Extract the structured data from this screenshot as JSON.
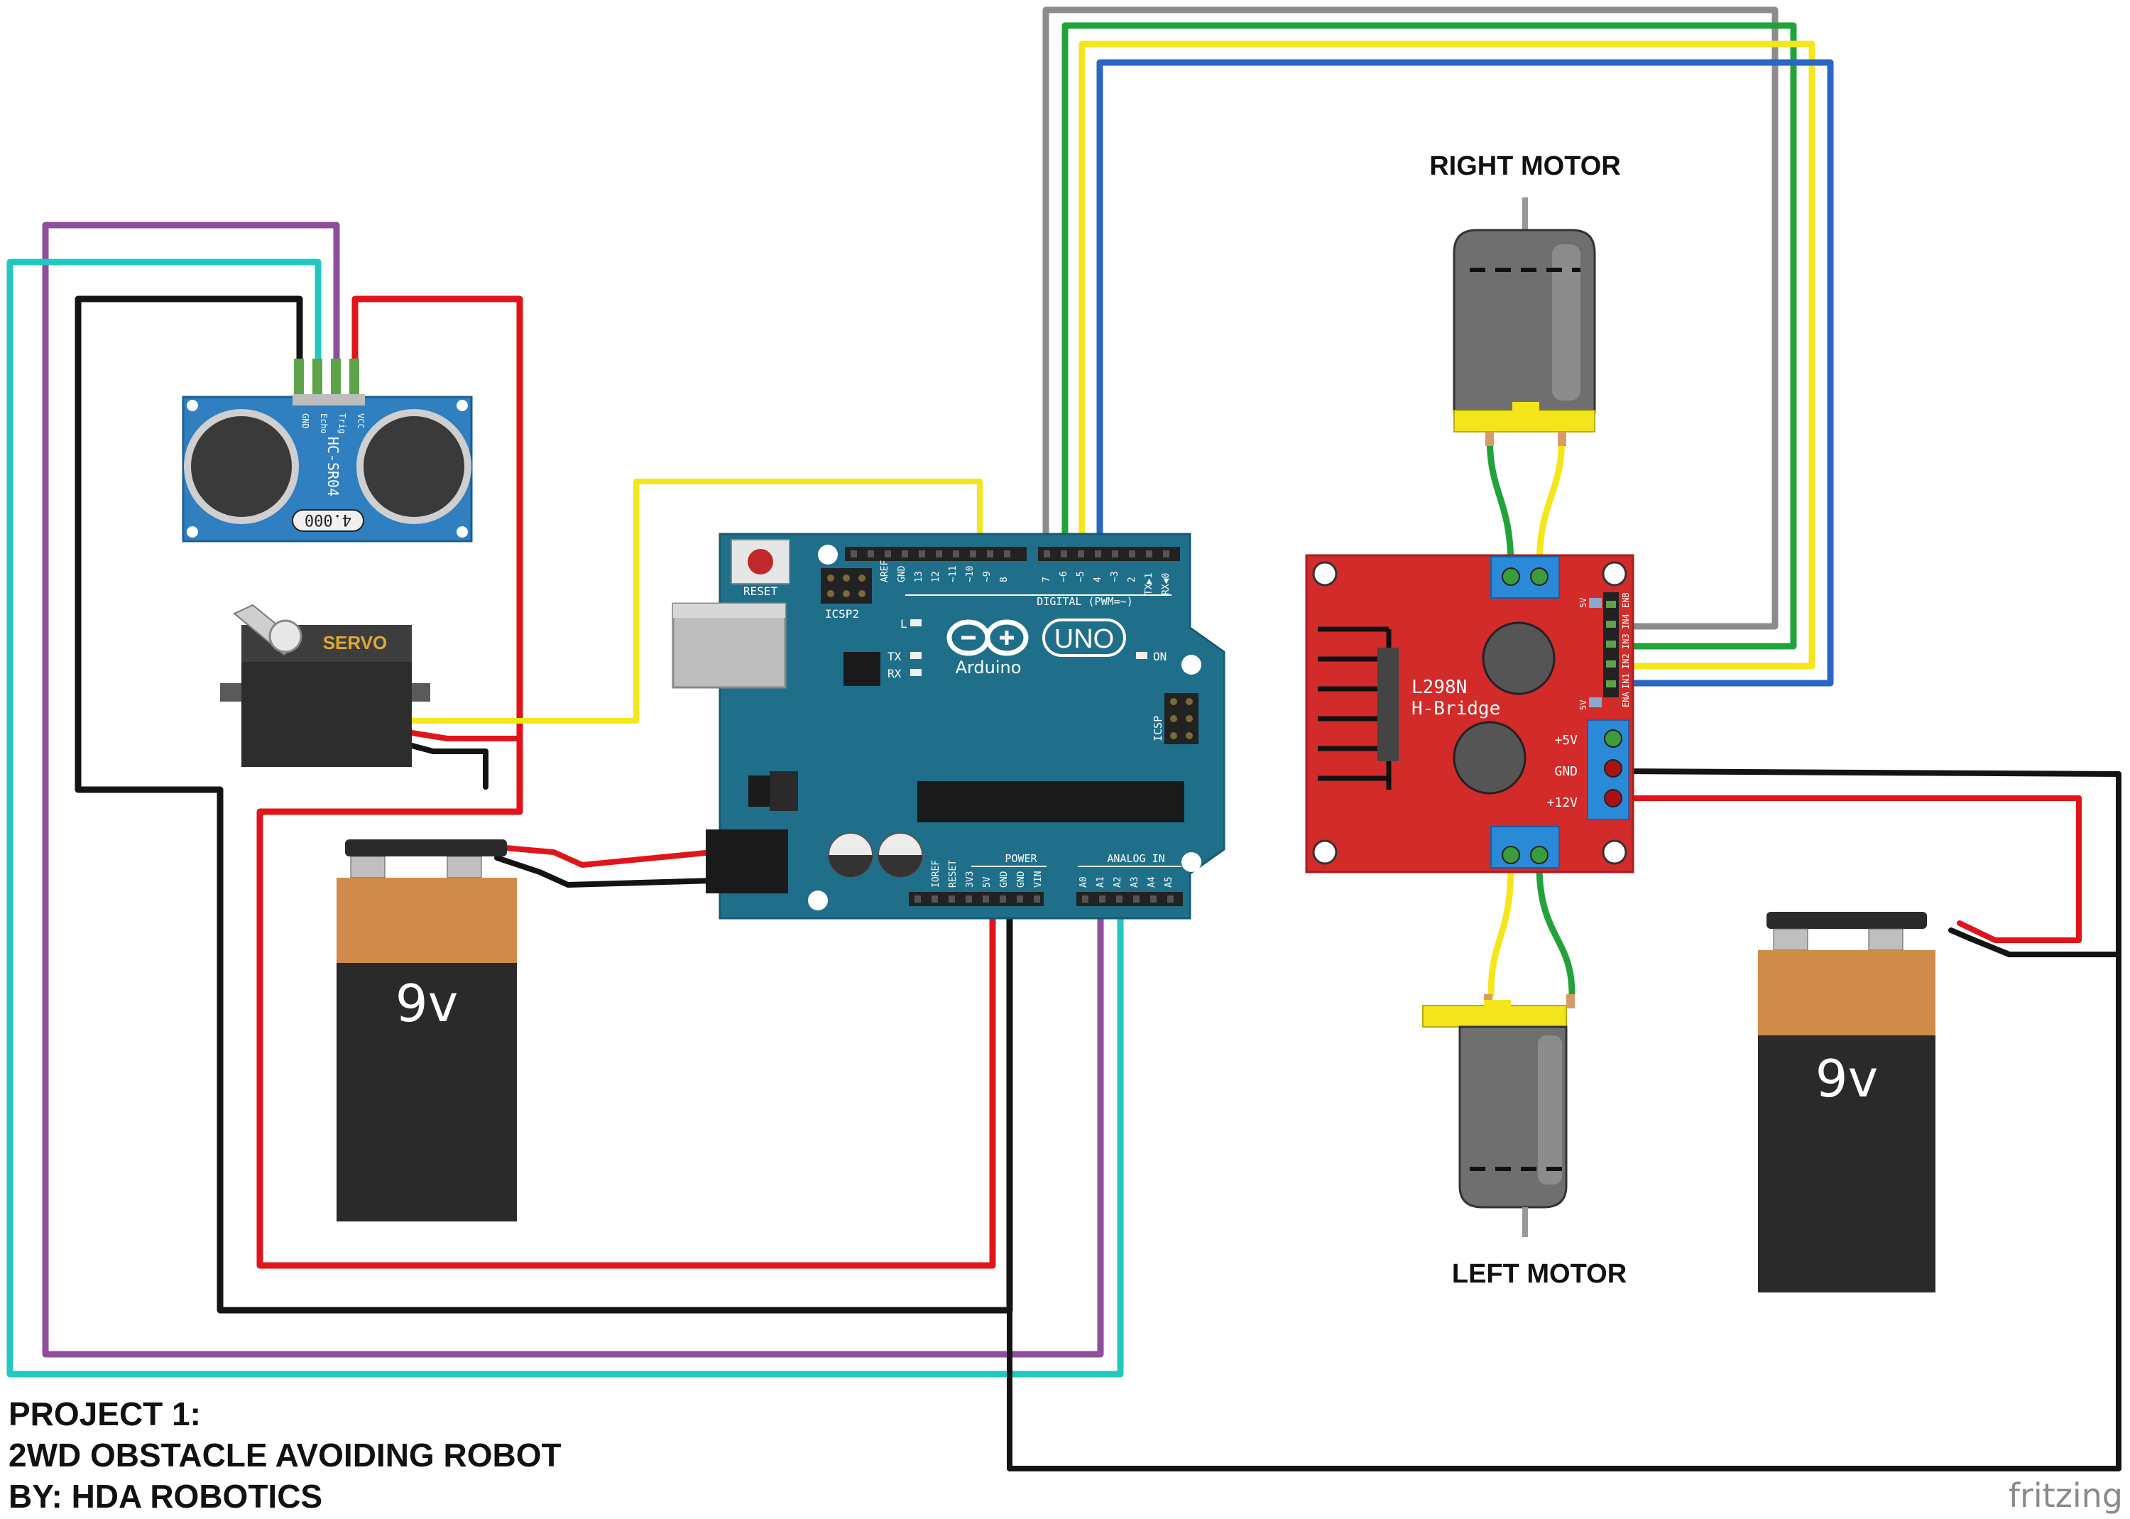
{
  "colors": {
    "arduino": "#1f6f8b",
    "hbridge": "#d32a2a",
    "sensor": "#2f7fc1",
    "battery_top": "#d08a4a",
    "battery_body": "#2a2a2a",
    "wire_red": "#e0141a",
    "wire_black": "#141414",
    "wire_yellow": "#f4e61a",
    "wire_green": "#22a33a",
    "wire_blue": "#2a66c4",
    "wire_gray": "#8c8c8c",
    "wire_purple": "#8e4e9c",
    "wire_cyan": "#22c8c0",
    "motor_gray": "#6f6f6f",
    "motor_yellow": "#f3e51c"
  },
  "labels": {
    "right_motor": "RIGHT MOTOR",
    "left_motor": "LEFT MOTOR",
    "battery_left": "9v",
    "battery_right": "9v",
    "servo": "SERVO",
    "sensor_model": "HC-SR04",
    "sensor_crystal": "4.000",
    "sensor_pins": [
      "VCC",
      "Trig",
      "Echo",
      "GND"
    ]
  },
  "arduino": {
    "reset": "RESET",
    "icsp2": "ICSP2",
    "icsp": "ICSP",
    "brand": "Arduino",
    "model": "UNO",
    "digital_label": "DIGITAL (PWM=~)",
    "led_l": "L",
    "led_tx": "TX",
    "led_rx": "RX",
    "led_on": "ON",
    "power_label": "POWER",
    "analog_label": "ANALOG IN",
    "top_pins": [
      "AREF",
      "GND",
      "13",
      "12",
      "~11",
      "~10",
      "~9",
      "8",
      "7",
      "~6",
      "~5",
      "4",
      "~3",
      "2",
      "TX▶1",
      "RX◀0"
    ],
    "power_pins": [
      "IOREF",
      "RESET",
      "3V3",
      "5V",
      "GND",
      "GND",
      "VIN"
    ],
    "analog_pins": [
      "A0",
      "A1",
      "A2",
      "A3",
      "A4",
      "A5"
    ]
  },
  "hbridge": {
    "title1": "L298N",
    "title2": "H-Bridge",
    "v5": "+5V",
    "gnd": "GND",
    "v12": "+12V",
    "enb": "ENB",
    "ena": "ENA",
    "in_pins": [
      "IN4",
      "IN3",
      "IN2",
      "IN1"
    ],
    "jumper": "5V"
  },
  "caption": {
    "line1": "PROJECT 1:",
    "line2": "2WD OBSTACLE AVOIDING ROBOT",
    "line3": "BY: HDA ROBOTICS"
  },
  "watermark": "fritzing"
}
